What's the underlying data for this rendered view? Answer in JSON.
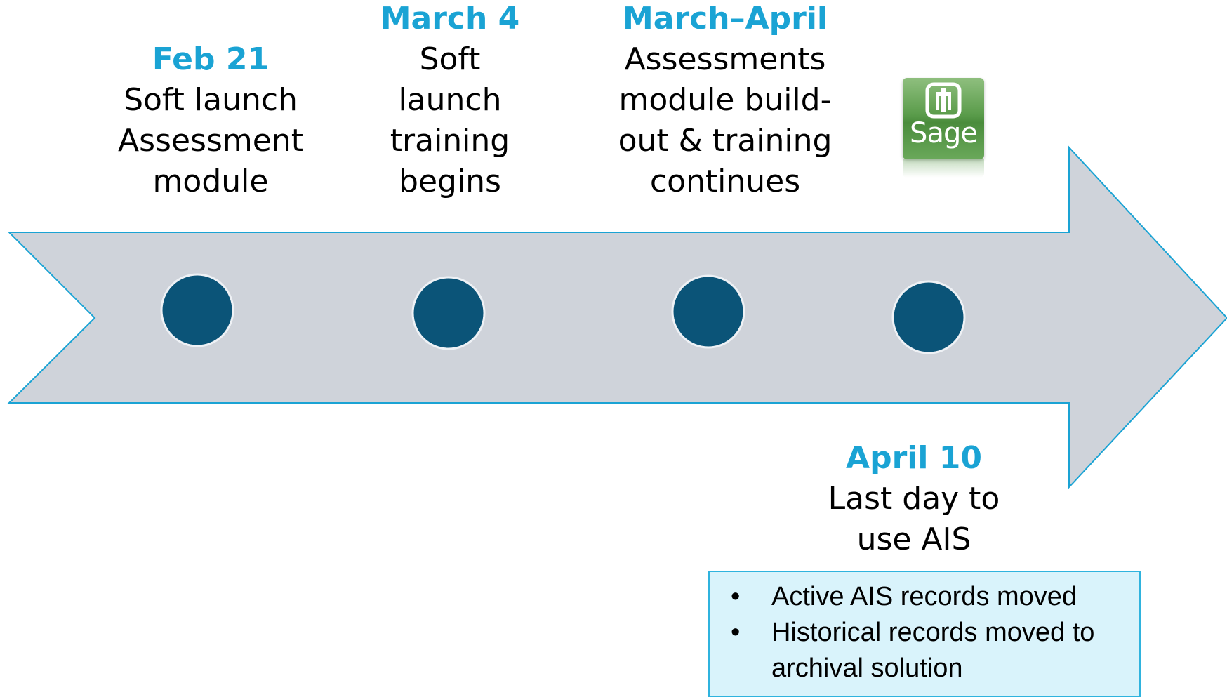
{
  "colors": {
    "arrow_fill": "#cfd3da",
    "arrow_stroke": "#1aa3d4",
    "dot_fill": "#0b5478",
    "date_color": "#1aa3d4",
    "notes_bg": "#d9f3fb",
    "notes_border": "#2fb3de"
  },
  "milestones": [
    {
      "date": "Feb 21",
      "description": "Soft launch\nAssessment\nmodule"
    },
    {
      "date": "March 4",
      "description": "Soft\nlaunch\ntraining\nbegins"
    },
    {
      "date": "March–April",
      "description": "Assessments\nmodule build-\nout & training\ncontinues"
    },
    {
      "date": "April 10",
      "description": "Last day to\nuse AIS"
    }
  ],
  "logo": {
    "text": "Sage",
    "icon": "sage-emblem-icon"
  },
  "notes": {
    "bullet": "•",
    "items": [
      "Active AIS records moved",
      "Historical records moved to\narchival solution"
    ]
  }
}
